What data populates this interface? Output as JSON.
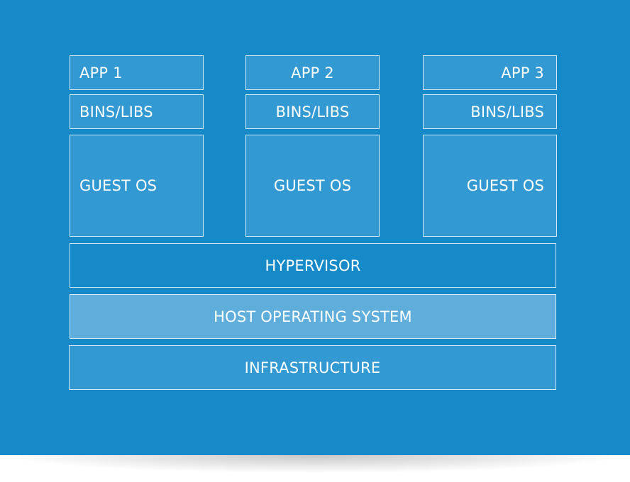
{
  "stacks": [
    {
      "app": "APP 1",
      "bins": "BINS/LIBS",
      "guest": "GUEST OS"
    },
    {
      "app": "APP 2",
      "bins": "BINS/LIBS",
      "guest": "GUEST OS"
    },
    {
      "app": "APP 3",
      "bins": "BINS/LIBS",
      "guest": "GUEST OS"
    }
  ],
  "layers": {
    "hypervisor": "HYPERVISOR",
    "host_os": "HOST OPERATING SYSTEM",
    "infrastructure": "INFRASTRUCTURE"
  },
  "colors": {
    "background": "#1689c8",
    "vm_box": "#3399d2",
    "host_os_box": "#5fadda",
    "border": "#ffffff"
  }
}
